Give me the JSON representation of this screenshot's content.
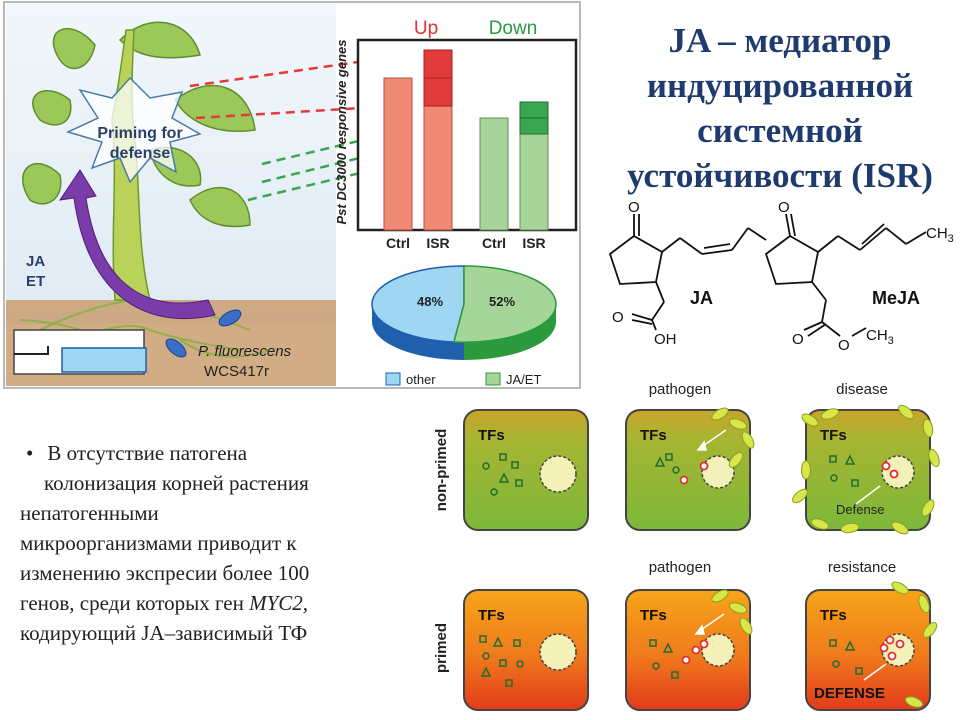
{
  "title": {
    "line1": "JA – медиатор",
    "line2": "индуцированной",
    "line3": "системной",
    "line4": "устойчивости (ISR)"
  },
  "plant": {
    "priming_line1": "Priming for",
    "priming_line2": "defense",
    "ja_label": "JA",
    "et_label": "ET",
    "bacteria_line1": "P. fluorescens",
    "bacteria_line2": "WCS417r"
  },
  "bar_chart": {
    "up_label": "Up",
    "down_label": "Down",
    "y_label": "Pst DC3000 responsive genes",
    "x_labels": [
      "Ctrl",
      "ISR",
      "Ctrl",
      "ISR"
    ],
    "colors": {
      "up_base": "#f08a74",
      "up_extra": "#e23b3b",
      "down_base": "#a8d49c",
      "down_extra": "#3aa650",
      "up_text": "#e03030",
      "down_text": "#2a9a3c"
    }
  },
  "pie": {
    "other_pct": "48%",
    "jaet_pct": "52%",
    "legend_other": "other",
    "legend_jaet": "JA/ET",
    "colors": {
      "other": "#9fd6f2",
      "other_side": "#1f5fae",
      "jaet": "#a6d59a",
      "jaet_side": "#2a9a3c"
    }
  },
  "molecules": {
    "ja_name": "JA",
    "meja_name": "MeJA",
    "atoms": {
      "o": "O",
      "oh": "OH",
      "ch3": "CH",
      "sub3": "3"
    }
  },
  "bullet_text": {
    "bullet": "•",
    "line1": "В отсутствие патогена",
    "line2": "колонизация корней растения",
    "line3": "непатогенными",
    "line4": "микроорганизмами приводит к",
    "line5": "изменению экспресии более 100",
    "line6_pre": "генов, среди которых ген ",
    "line6_gene": "MYC2,",
    "line7": "кодирующий JA–зависимый ТФ"
  },
  "priming_diagram": {
    "row_labels": {
      "nonprimed": "non-primed",
      "primed": "primed"
    },
    "headers_top": [
      "pathogen",
      "disease"
    ],
    "headers_bottom": [
      "pathogen",
      "resistance"
    ],
    "tfs": "TFs",
    "defense_label": "Defense",
    "defense_primed_label": "DEFENSE"
  }
}
